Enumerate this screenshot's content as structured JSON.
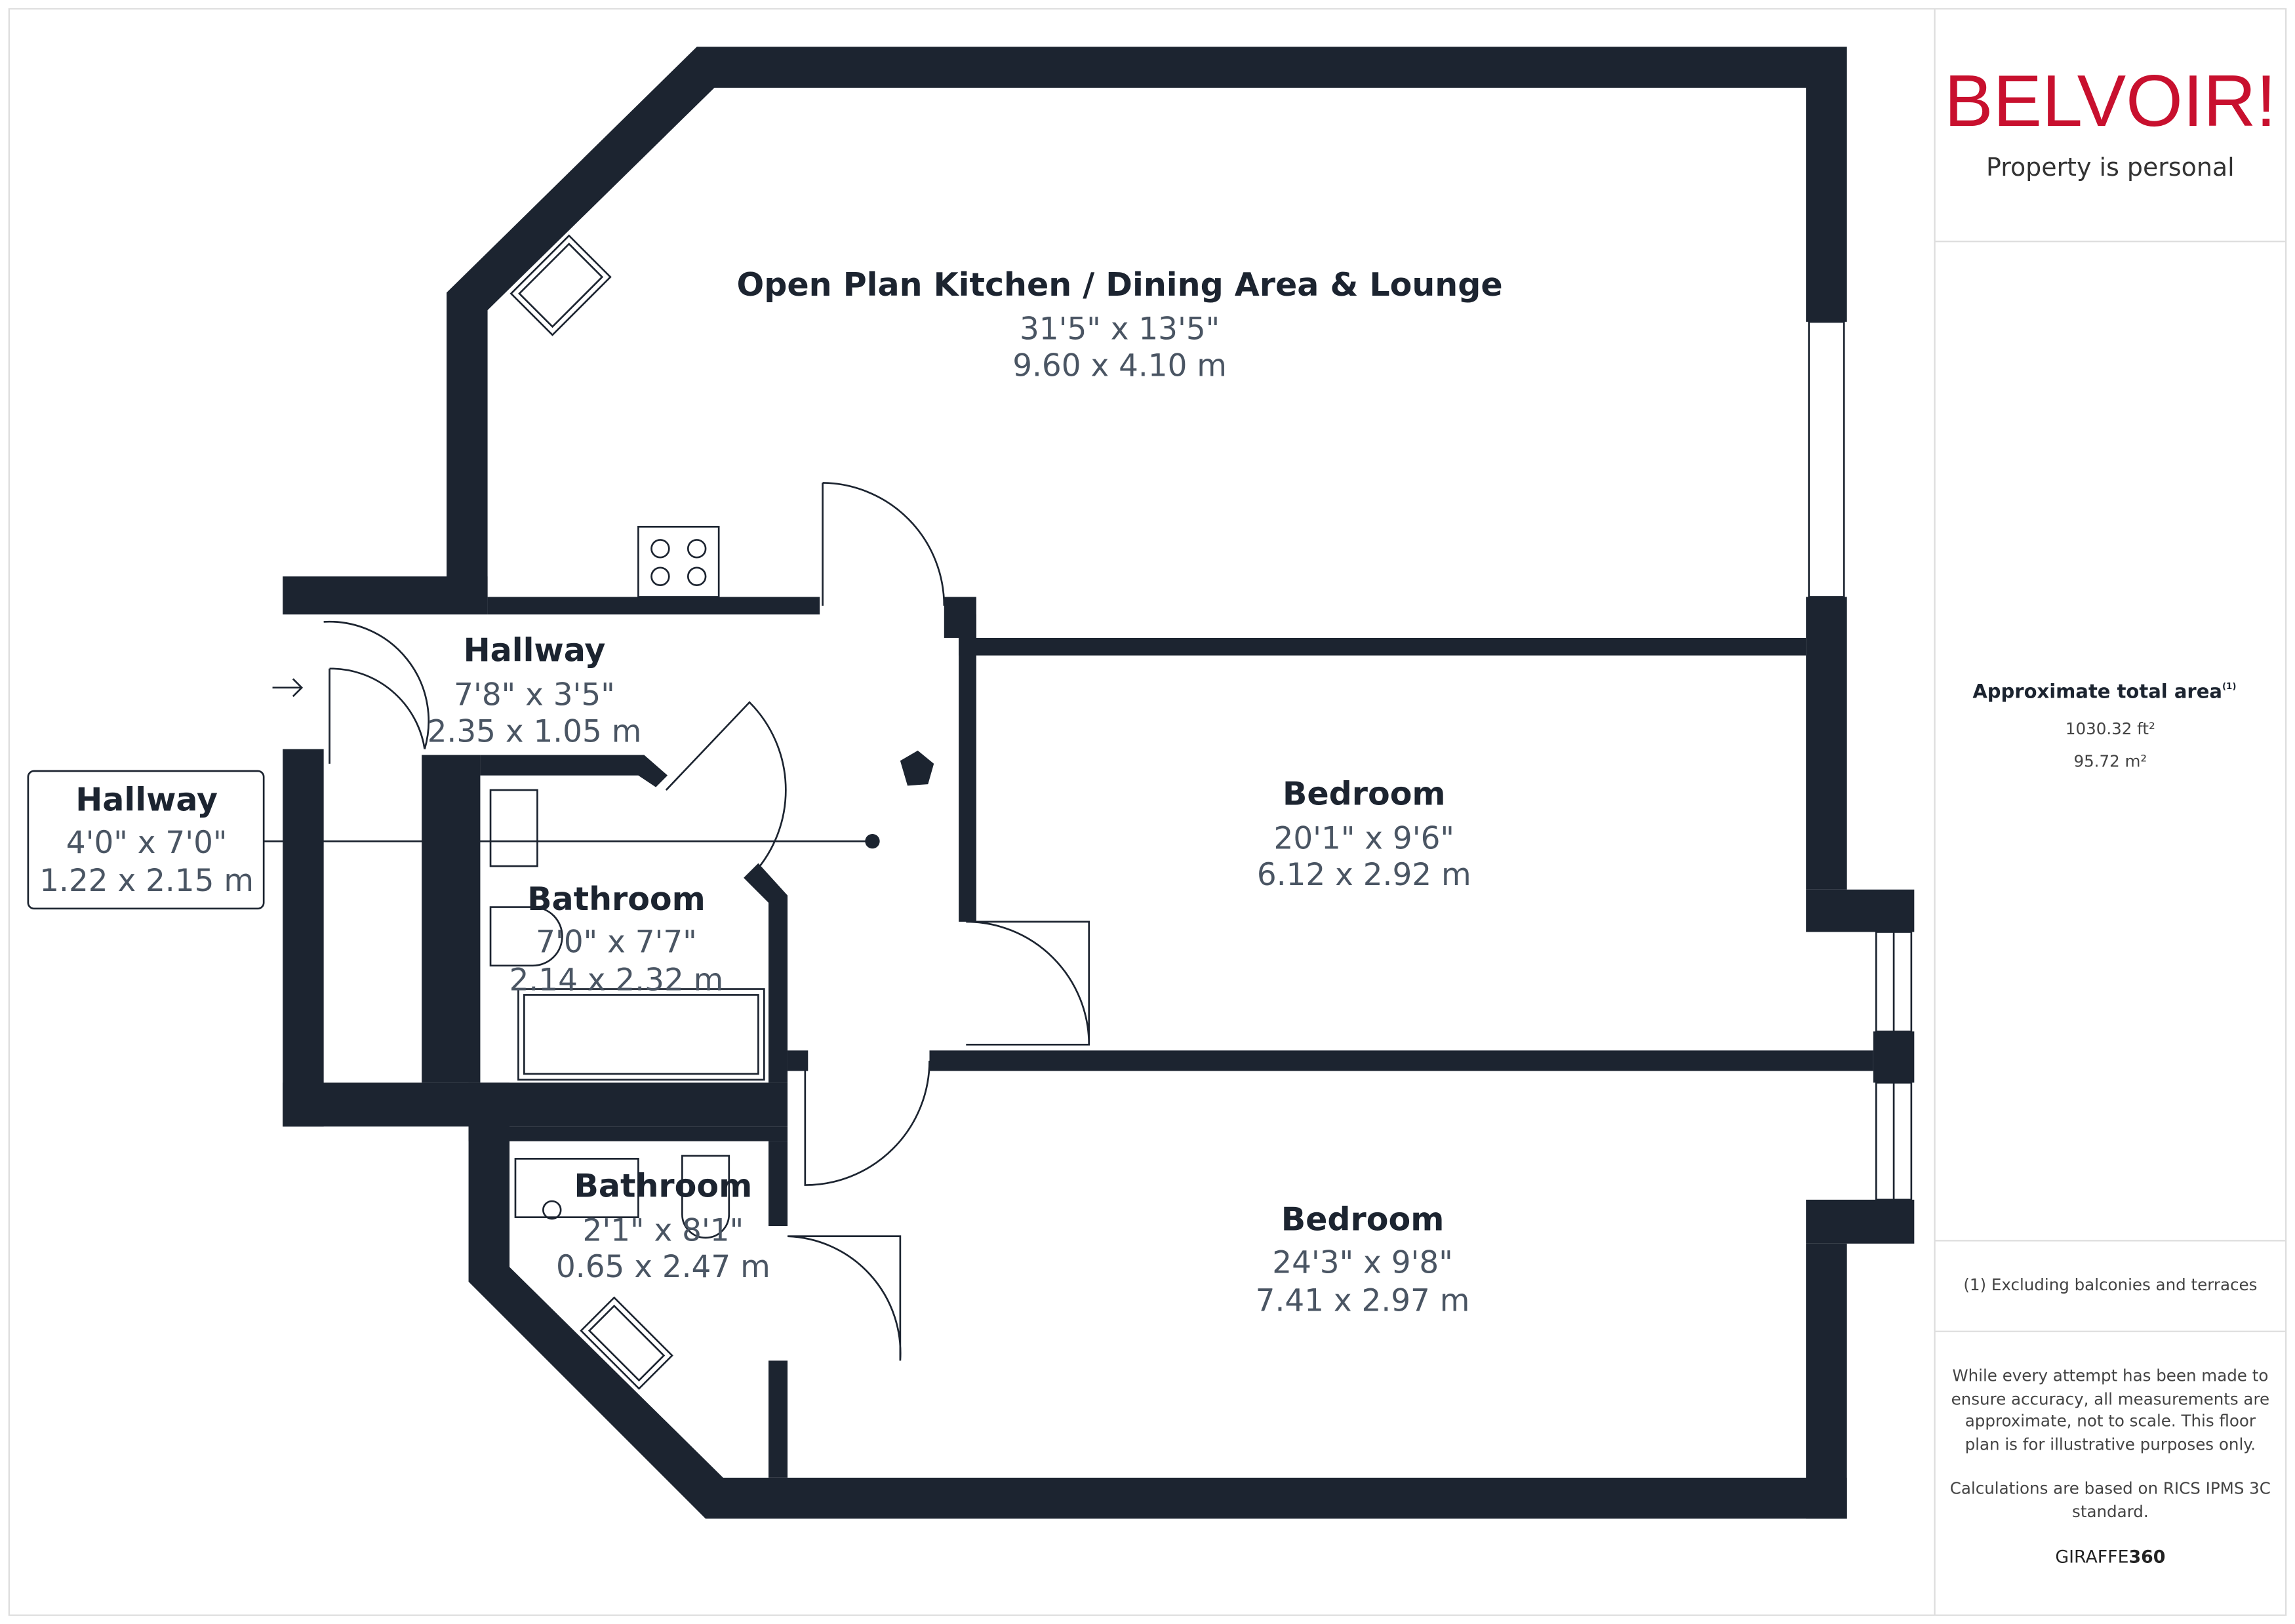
{
  "brand": {
    "logo": "BELVOIR!",
    "tagline": "Property is personal",
    "color": "#c8102e"
  },
  "rooms": [
    {
      "name": "Open Plan Kitchen / Dining Area & Lounge",
      "imperial": "31'5\" x 13'5\"",
      "metric": "9.60 x 4.10 m"
    },
    {
      "name": "Hallway",
      "imperial": "7'8\" x 3'5\"",
      "metric": "2.35 x 1.05 m"
    },
    {
      "name": "Hallway",
      "imperial": "4'0\" x 7'0\"",
      "metric": "1.22 x 2.15 m"
    },
    {
      "name": "Bathroom",
      "imperial": "7'0\" x 7'7\"",
      "metric": "2.14 x 2.32 m"
    },
    {
      "name": "Bathroom",
      "imperial": "2'1\" x 8'1\"",
      "metric": "0.65 x 2.47 m"
    },
    {
      "name": "Bedroom",
      "imperial": "20'1\" x 9'6\"",
      "metric": "6.12 x 2.92 m"
    },
    {
      "name": "Bedroom",
      "imperial": "24'3\" x 9'8\"",
      "metric": "7.41 x 2.97 m"
    }
  ],
  "summary": {
    "title": "Approximate total area",
    "title_note": "(1)",
    "area_ft": "1030.32 ft²",
    "area_m": "95.72 m²",
    "footnote": "(1) Excluding balconies and terraces",
    "disclaimer": [
      "While every attempt has been made to",
      "ensure accuracy, all measurements are",
      "approximate, not to scale. This floor",
      "plan is for illustrative purposes only."
    ],
    "calc": [
      "Calculations are based on RICS IPMS 3C",
      "standard."
    ],
    "credit_a": "GIRAFFE",
    "credit_b": "360"
  },
  "colors": {
    "wall": "#1c2430"
  }
}
